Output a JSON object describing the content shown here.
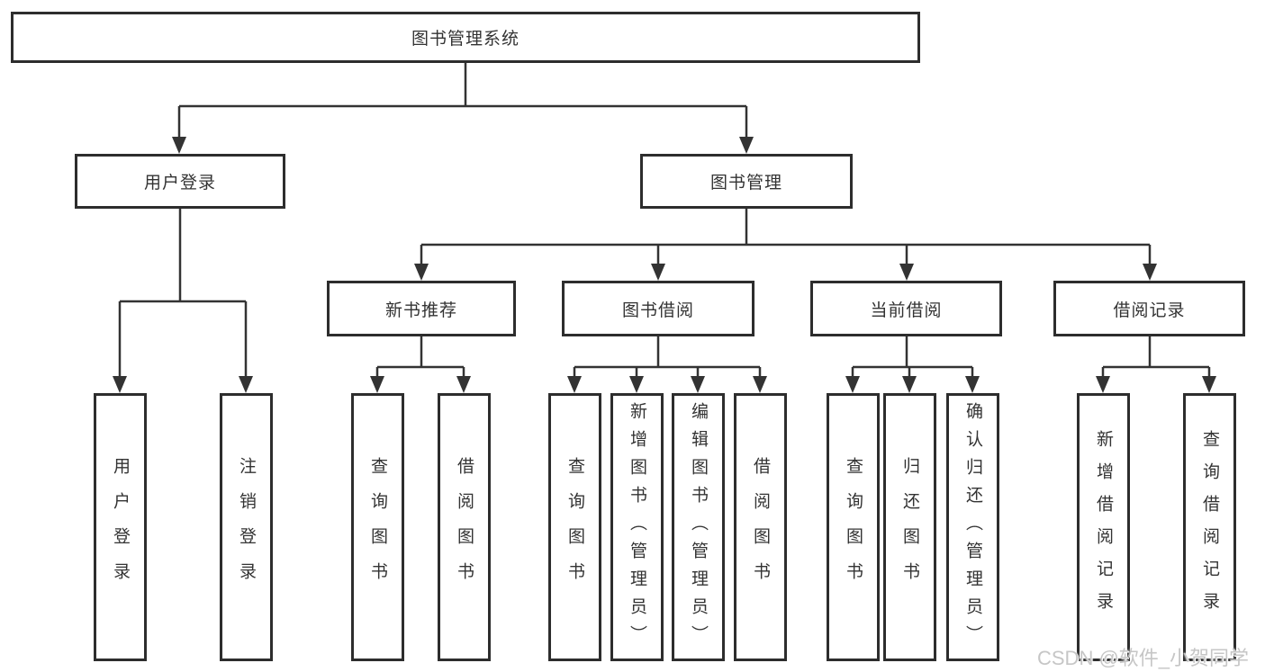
{
  "diagram": {
    "root": {
      "label": "图书管理系统"
    },
    "branches": [
      {
        "label": "用户登录",
        "children": [
          {
            "label": "用户登录"
          },
          {
            "label": "注销登录"
          }
        ]
      },
      {
        "label": "图书管理",
        "children": [
          {
            "label": "新书推荐",
            "children": [
              {
                "label": "查询图书"
              },
              {
                "label": "借阅图书"
              }
            ]
          },
          {
            "label": "图书借阅",
            "children": [
              {
                "label": "查询图书"
              },
              {
                "label": "新增图书（管理员）"
              },
              {
                "label": "编辑图书（管理员）"
              },
              {
                "label": "借阅图书"
              }
            ]
          },
          {
            "label": "当前借阅",
            "children": [
              {
                "label": "查询图书"
              },
              {
                "label": "归还图书"
              },
              {
                "label": "确认归还（管理员）"
              }
            ]
          },
          {
            "label": "借阅记录",
            "children": [
              {
                "label": "新增借阅记录"
              },
              {
                "label": "查询借阅记录"
              }
            ]
          }
        ]
      }
    ],
    "watermark": "CSDN @软件_小贺同学",
    "colors": {
      "line": "#333333",
      "box_border": "#2d2d2d",
      "text": "#333333",
      "background": "#ffffff",
      "watermark": "#c6c6c6"
    }
  }
}
